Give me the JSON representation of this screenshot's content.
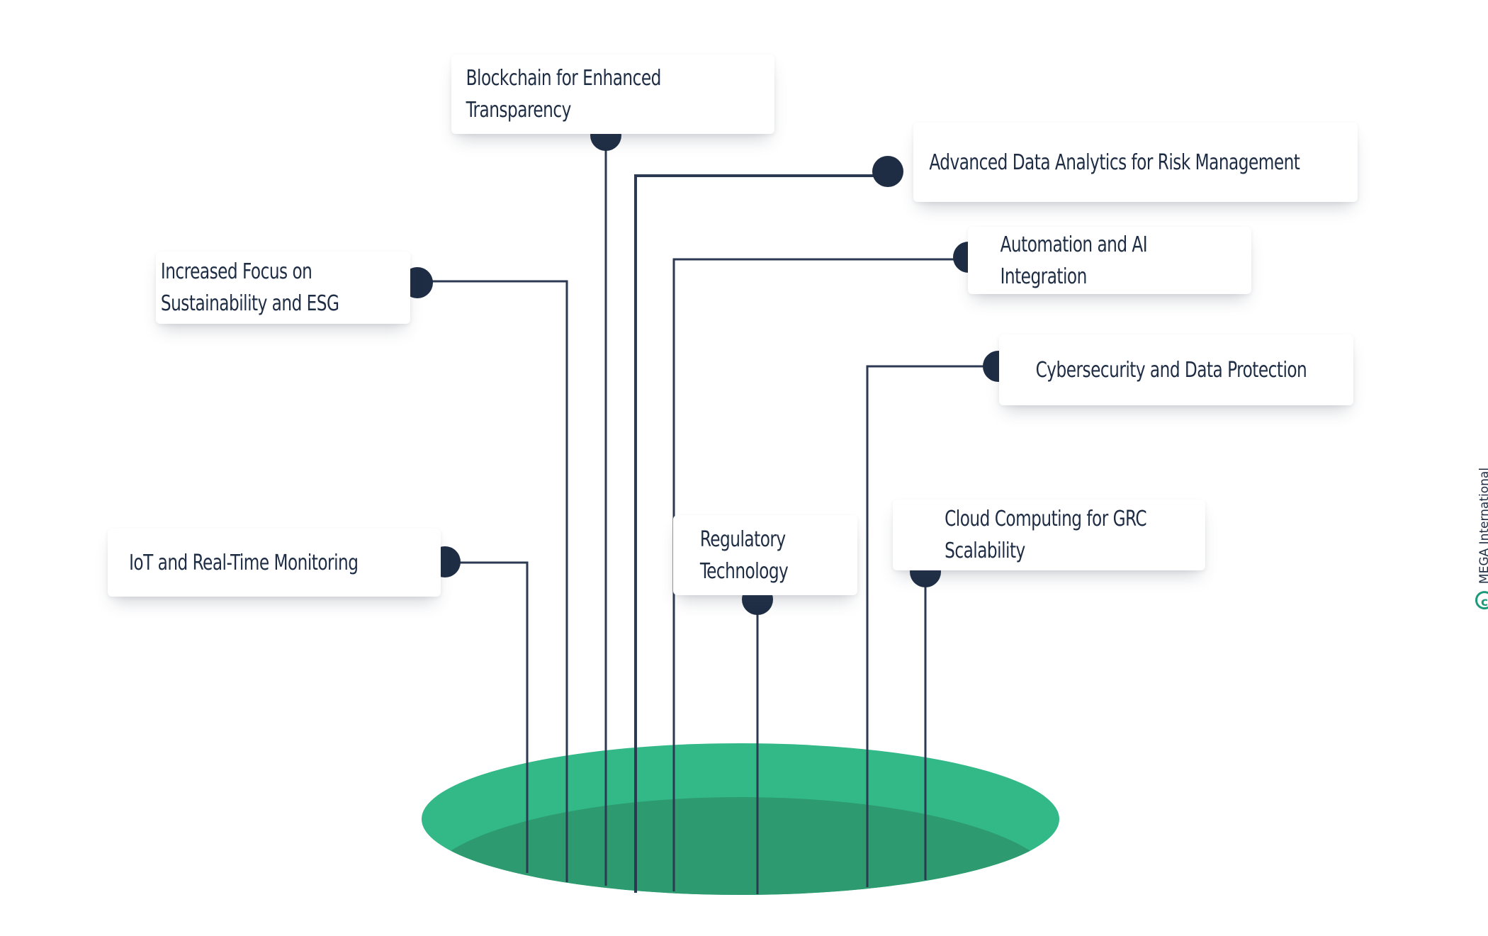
{
  "diagram": {
    "items": [
      {
        "id": "blockchain",
        "label": "Blockchain for Enhanced Transparency"
      },
      {
        "id": "data-analytics",
        "label": "Advanced Data Analytics for Risk Management"
      },
      {
        "id": "automation-ai",
        "label": "Automation and AI Integration"
      },
      {
        "id": "esg",
        "label": "Increased Focus on Sustainability and ESG"
      },
      {
        "id": "cybersecurity",
        "label": "Cybersecurity and Data Protection"
      },
      {
        "id": "iot",
        "label": "IoT and Real-Time Monitoring"
      },
      {
        "id": "regtech",
        "label": "Regulatory Technology"
      },
      {
        "id": "cloud",
        "label": "Cloud Computing for GRC Scalability"
      }
    ]
  },
  "credit": {
    "text": "MEGA International",
    "icon": "copyright-icon"
  },
  "colors": {
    "line": "#2b3a52",
    "node": "#1e2d44",
    "ellipse_light": "#33b887",
    "ellipse_dark": "#2d9a6f",
    "text": "#1e2d44"
  }
}
